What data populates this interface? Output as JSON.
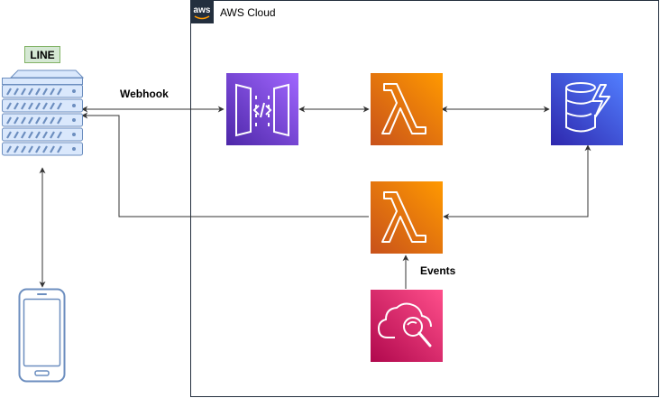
{
  "cloud": {
    "title": "AWS Cloud",
    "logo_text": "aws"
  },
  "external": {
    "server_label": "LINE"
  },
  "edges": {
    "webhook_label": "Webhook",
    "events_label": "Events"
  },
  "icons": {
    "server": "server-rack-icon",
    "phone": "smartphone-icon",
    "api_gateway": "api-gateway-icon",
    "lambda_handler": "lambda-icon",
    "dynamodb": "dynamodb-icon",
    "lambda_scheduled": "lambda-icon",
    "eventbridge": "cloudwatch-events-icon"
  },
  "colors": {
    "api_gateway": "#6B3FD4",
    "lambda": "#ED7100",
    "dynamodb": "#3B48CC",
    "eventbridge": "#E7157B",
    "line_badge_bg": "#D5E8D4",
    "line_badge_border": "#82B366",
    "server": "#6C8EBF",
    "server_fill": "#DAE8FC",
    "edge": "#333333"
  }
}
